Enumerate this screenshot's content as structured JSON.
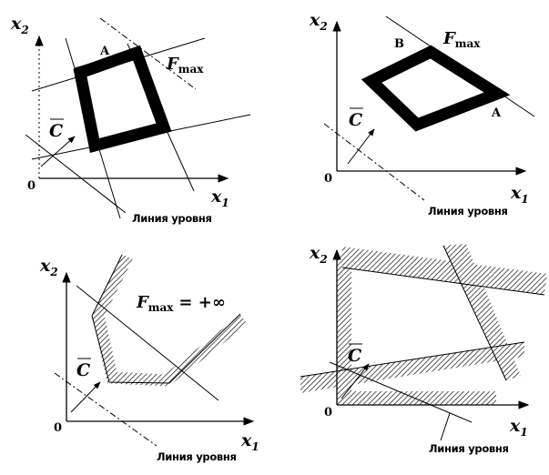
{
  "labels": {
    "x1": "x",
    "x1_sub": "1",
    "x2": "x",
    "x2_sub": "2",
    "zero": "0",
    "c_vector": "C",
    "level_line": "Линия уровня",
    "f": "F",
    "f_sub": "max",
    "point_a": "A",
    "point_b": "B",
    "plus_infinity": "= +∞"
  },
  "panels": [
    {
      "name": "bounded-region-vertex-max"
    },
    {
      "name": "bounded-region-edge-max"
    },
    {
      "name": "unbounded-region"
    },
    {
      "name": "empty-region"
    }
  ]
}
